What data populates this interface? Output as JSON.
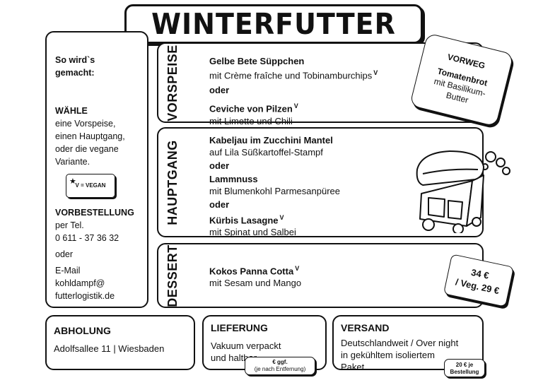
{
  "title": "WINTERFUTTER",
  "sidebar": {
    "intro": [
      "So wird`s",
      "gemacht:"
    ],
    "choose_head": "WÄHLE",
    "choose_lines": [
      "eine Vorspeise,",
      "einen Hauptgang,",
      "oder die vegane",
      "Variante."
    ],
    "vegan_badge": "V = VEGAN",
    "preorder_head": "VORBESTELLUNG",
    "preorder_lines": [
      "per Tel.",
      "0 611 - 37 36 32",
      "oder",
      "E-Mail",
      "kohldampf@",
      "futterlogistik.de"
    ]
  },
  "sections": {
    "vorspeise": {
      "label": "VORSPEISE",
      "dish1": "Gelbe Bete Süppchen",
      "desc1": "mit Crème fraîche und Tobinamburchips",
      "v1": "V",
      "or": "oder",
      "dish2": "Ceviche von Pilzen",
      "v2": "V",
      "desc2": "mit Limette und Chili"
    },
    "hauptgang": {
      "label": "HAUPTGANG",
      "dish1": "Kabeljau im Zucchini Mantel",
      "desc1": "auf Lila Süßkartoffel-Stampf",
      "or": "oder",
      "dish2": "Lammnuss",
      "desc2": "mit Blumenkohl Parmesanpüree",
      "dish3": "Kürbis Lasagne",
      "v3": "V",
      "desc3": "mit Spinat und Salbei"
    },
    "dessert": {
      "label": "DESSERT",
      "dish1": "Kokos Panna Cotta",
      "v1": "V",
      "desc1": "mit Sesam und Mango"
    }
  },
  "vorweg": {
    "head": "VORWEG",
    "dish": "Tomatenbrot",
    "desc": [
      "mit Basilikum-",
      "Butter"
    ]
  },
  "price": {
    "line1": "34 €",
    "line2": "/ Veg. 29 €"
  },
  "abholung": {
    "head": "ABHOLUNG",
    "text": "Adolfsallee 11 | Wiesbaden"
  },
  "lieferung": {
    "head": "LIEFERUNG",
    "lines": [
      "Vakuum verpackt",
      "und haltbar"
    ],
    "tag": [
      "€ ggf.",
      "(je nach Entfernung)"
    ]
  },
  "versand": {
    "head": "VERSAND",
    "lines": [
      "Deutschlandweit / Over night",
      "in gekühltem isoliertem",
      "Paket"
    ],
    "tag": [
      "20 € je",
      "Bestellung"
    ]
  }
}
